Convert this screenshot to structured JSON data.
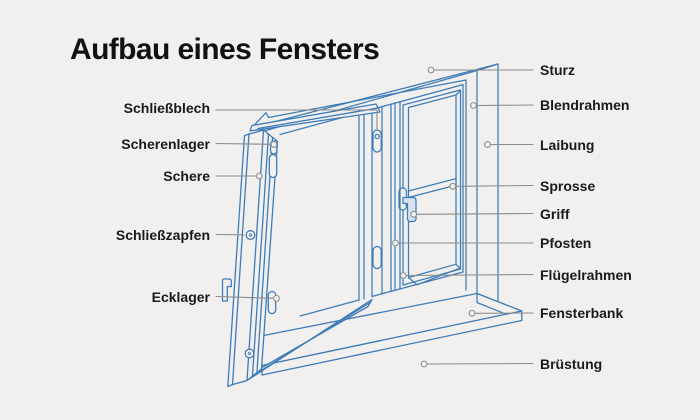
{
  "title": "Aufbau eines Fensters",
  "labels": {
    "left": [
      "Schließblech",
      "Scherenlager",
      "Schere",
      "Schließzapfen",
      "Ecklager"
    ],
    "right": [
      "Sturz",
      "Blendrahmen",
      "Laibung",
      "Sprosse",
      "Griff",
      "Pfosten",
      "Flügelrahmen",
      "Fensterbank",
      "Brüstung"
    ]
  },
  "diagram": {
    "subject": "window construction diagram",
    "parts_count": 14
  },
  "colors": {
    "background": "#F1F0EE",
    "line_blue": "#3E7CB8",
    "leader_gray": "#8C8C8C",
    "text": "#111111"
  }
}
